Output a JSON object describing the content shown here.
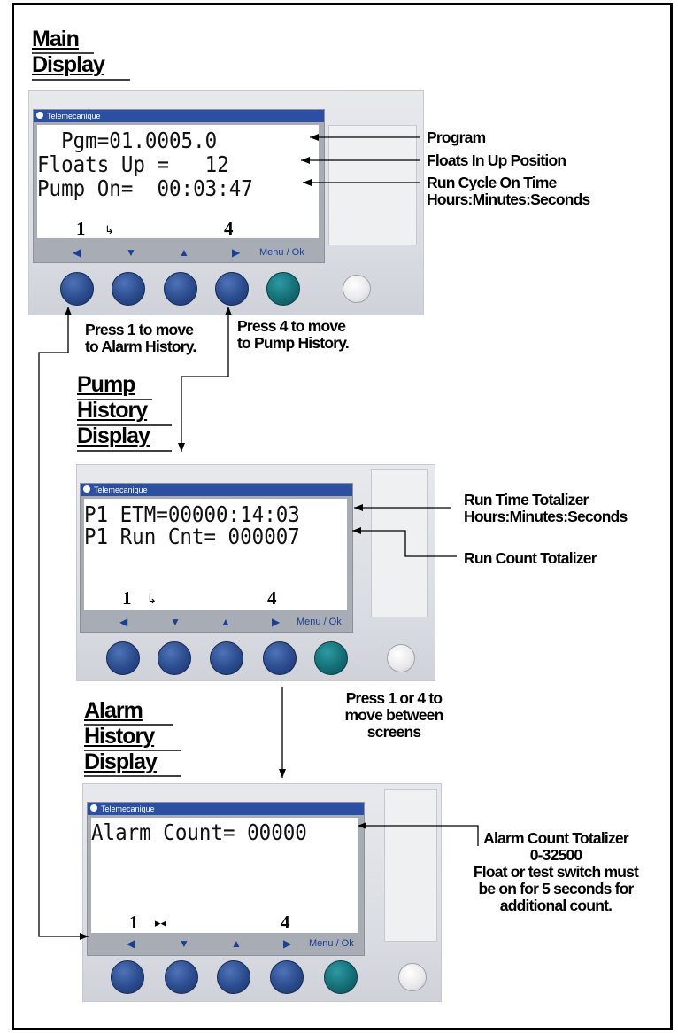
{
  "headings": {
    "main": [
      "Main",
      "Display"
    ],
    "pump": [
      "Pump",
      "History",
      "Display"
    ],
    "alarm": [
      "Alarm",
      "History",
      "Display"
    ]
  },
  "device": {
    "brand": "Telemecanique",
    "menu_ok": "Menu / Ok",
    "key_numbers": [
      "1",
      "4"
    ]
  },
  "screens": {
    "main": {
      "lines": [
        "  Pgm=01.0005.0",
        "Floats Up =   12",
        "Pump On=  00:03:47"
      ],
      "indicator": "↳"
    },
    "pump": {
      "lines": [
        "P1 ETM=00000:14:03",
        "P1 Run Cnt= 000007"
      ],
      "indicator": "↳"
    },
    "alarm": {
      "lines": [
        "Alarm Count= 00000"
      ],
      "indicator": "▸◂"
    }
  },
  "labels": {
    "program": "Program",
    "floats_up": "Floats In Up Position",
    "run_cycle": [
      "Run Cycle On Time",
      "Hours:Minutes:Seconds"
    ],
    "press1": [
      "Press 1 to move",
      "to Alarm History."
    ],
    "press4": [
      "Press 4 to move",
      "to Pump History."
    ],
    "run_time_totalizer": [
      "Run Time Totalizer",
      "Hours:Minutes:Seconds"
    ],
    "run_count_totalizer": "Run Count Totalizer",
    "press_between": [
      "Press 1 or 4 to",
      "move between",
      "screens"
    ],
    "alarm_totalizer": [
      "Alarm Count Totalizer",
      "0-32500",
      "Float or test switch must",
      "be on for 5 seconds for",
      "additional count."
    ]
  },
  "colors": {
    "brand_bar": "#2a4fa3",
    "nav_button": "#2a4b8d",
    "ok_button": "#146e76"
  }
}
